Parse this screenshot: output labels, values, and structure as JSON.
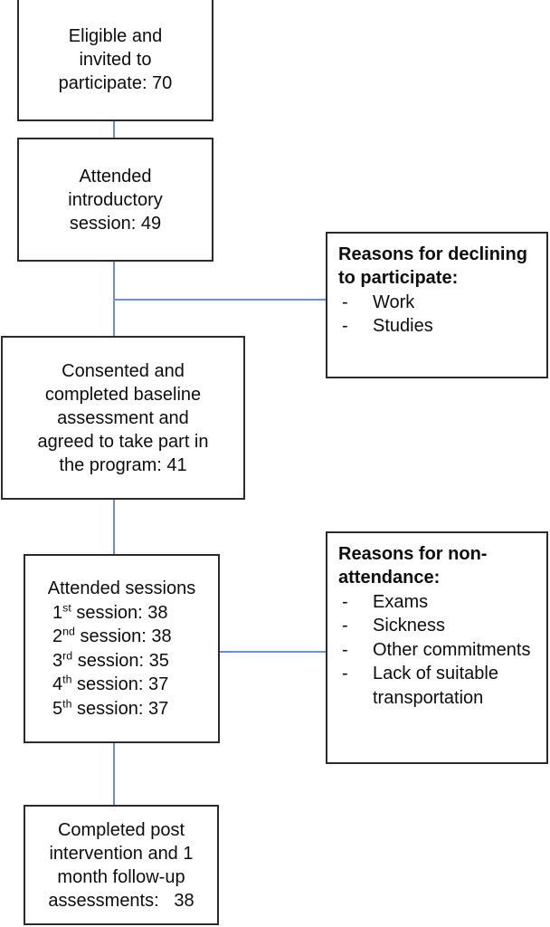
{
  "diagram": {
    "type": "participant-flow-chart",
    "accent_line_color": "#6b8fd4",
    "box_border_color": "#2b2b2b",
    "background_color": "#ffffff",
    "nodes": {
      "eligible": {
        "lines": [
          "Eligible and",
          "invited to",
          "participate: 70"
        ],
        "value": 70
      },
      "intro_session": {
        "lines": [
          "Attended",
          "introductory",
          "session: 49"
        ],
        "value": 49
      },
      "consented": {
        "lines": [
          "Consented and",
          "completed baseline",
          "assessment and",
          "agreed to take part in",
          "the program: 41"
        ],
        "value": 41
      },
      "attended_sessions": {
        "heading": "Attended sessions",
        "rows": [
          {
            "ordinal": "1",
            "suffix": "st",
            "label": " session: ",
            "value": "38"
          },
          {
            "ordinal": "2",
            "suffix": "nd",
            "label": " session: ",
            "value": "38"
          },
          {
            "ordinal": "3",
            "suffix": "rd",
            "label": " session: ",
            "value": "35"
          },
          {
            "ordinal": "4",
            "suffix": "th",
            "label": " session: ",
            "value": "37"
          },
          {
            "ordinal": "5",
            "suffix": "th",
            "label": " session: ",
            "value": "37"
          }
        ]
      },
      "completed_post": {
        "lines": [
          "Completed post",
          "intervention and 1",
          "month follow-up",
          "assessments:   38"
        ],
        "value": 38
      },
      "reasons_declining": {
        "title": "Reasons for declining to participate:",
        "bullet_marker": "-",
        "items": [
          "Work",
          "Studies"
        ]
      },
      "reasons_nonattendance": {
        "title": "Reasons for non-attendance:",
        "bullet_marker": "-",
        "items": [
          "Exams",
          "Sickness",
          "Other commitments",
          "Lack of suitable transportation"
        ]
      }
    }
  }
}
